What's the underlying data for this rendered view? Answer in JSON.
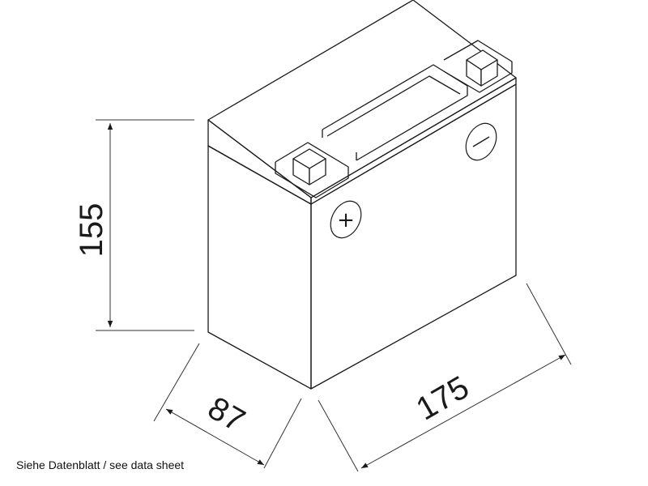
{
  "diagram": {
    "dimensions": {
      "height": "155",
      "depth": "87",
      "width": "175"
    },
    "caption": "Siehe Datenblatt / see data sheet",
    "terminal_positive_symbol": "+",
    "terminal_negative_symbol": "−",
    "line_color": "#1a1a1a",
    "dimension_line_color": "#333333"
  }
}
